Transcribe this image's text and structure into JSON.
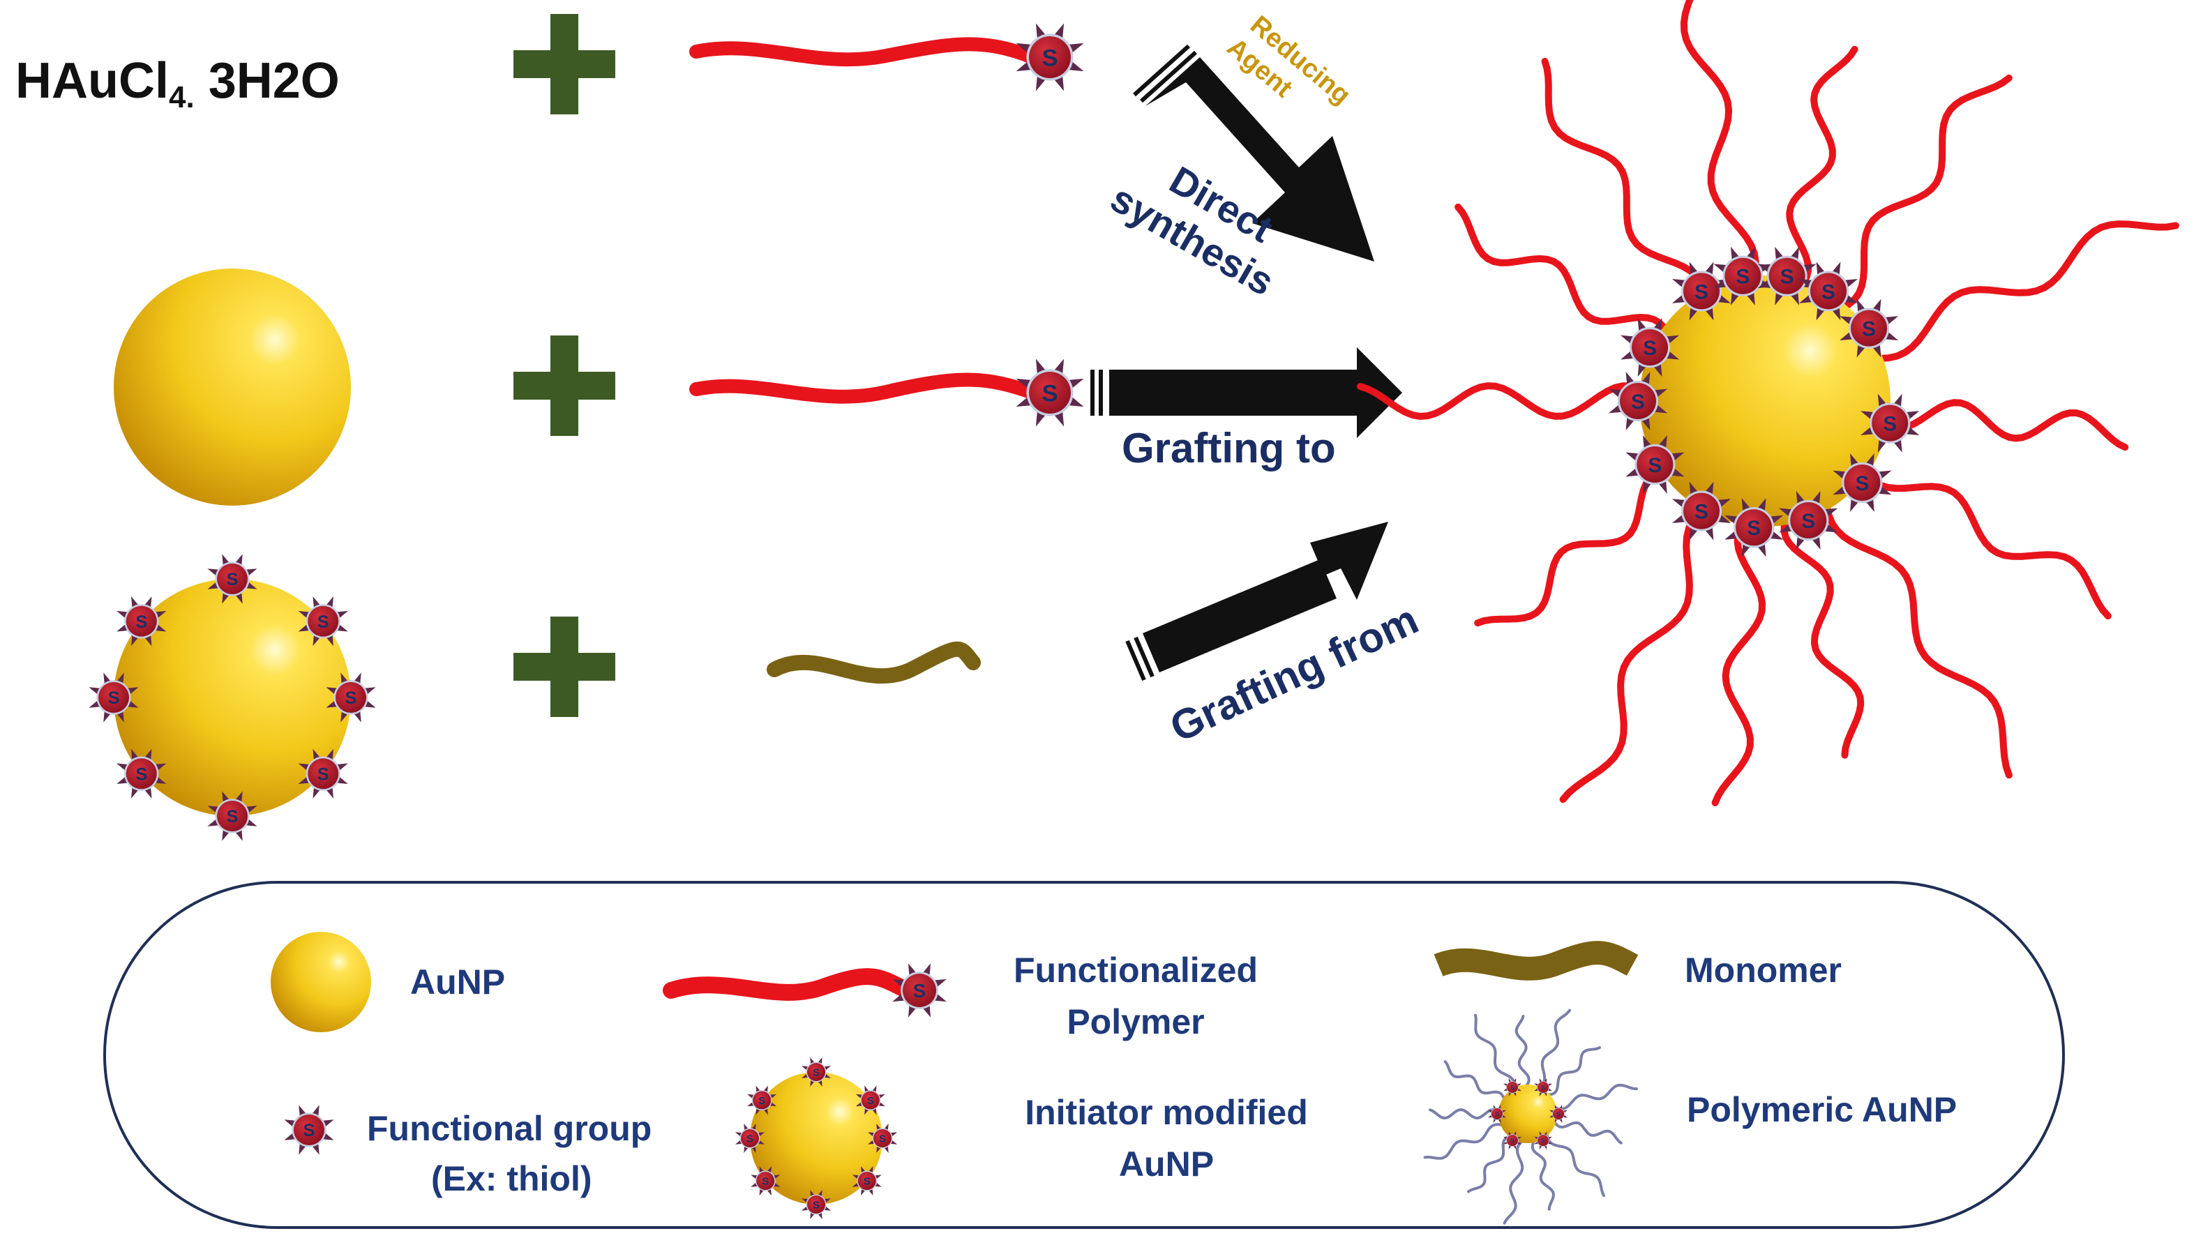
{
  "reactant": {
    "formula_main": "HAuCl",
    "formula_subscript": "4.",
    "formula_rest": " 3H2O"
  },
  "routes": [
    {
      "label_line1": "Direct",
      "label_line2": "synthesis",
      "agent_line1": "Reducing",
      "agent_line2": "Agent"
    },
    {
      "label": "Grafting to"
    },
    {
      "label": "Grafting from"
    }
  ],
  "legend": [
    {
      "label_lines": [
        "AuNP"
      ]
    },
    {
      "label_lines": [
        "Functionalized",
        "Polymer"
      ]
    },
    {
      "label_lines": [
        "Monomer"
      ]
    },
    {
      "label_lines": [
        "Functional group",
        "(Ex: thiol)"
      ]
    },
    {
      "label_lines": [
        "Initiator modified",
        "AuNP"
      ]
    },
    {
      "label_lines": [
        "Polymeric AuNP"
      ]
    }
  ],
  "group_symbol": "S",
  "colors": {
    "polymer": "#e8141c",
    "monomer": "#7a6214",
    "plus": "#3e5a24",
    "arrow": "#111111",
    "route_text": "#1b2e63",
    "agent_text": "#c8960c",
    "legend_text": "#1f3a7a",
    "legend_border": "#1f2f55",
    "functional_group": "#a51a28",
    "functional_spikes": "#5e2a4a",
    "gold_light": "#fff6a8",
    "gold_mid": "#f2c81a",
    "gold_dark": "#c68a05"
  }
}
